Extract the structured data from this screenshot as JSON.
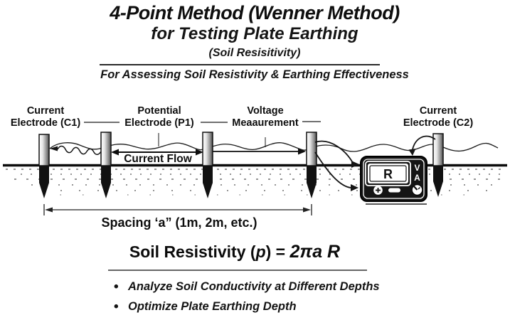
{
  "header": {
    "title": "4-Point Method (Wenner Method)",
    "subtitle": "for Testing Plate Earthing",
    "note": "(Soil Resisitivity)",
    "tagline": "For Assessing Soil Resistivity & Earthing Effectiveness"
  },
  "diagram": {
    "electrode_labels": [
      {
        "line1": "Current",
        "line2": "Electrode (C1)"
      },
      {
        "line1": "Potential",
        "line2": "Electrode (P1)"
      },
      {
        "line1": "Voltage",
        "line2": "Meaaurement"
      },
      {
        "line1": "Current",
        "line2": "Electrode (C2)"
      }
    ],
    "current_flow_label": "Current Flow",
    "spacing_label": "Spacing ‘a” (1m, 2m, etc.)",
    "meter": {
      "display": "R",
      "unit_v": "V",
      "unit_a": "A"
    }
  },
  "formula": {
    "prefix": "Soil Resistivity (",
    "symbol": "p",
    "mid": ") = ",
    "expression": "2πa R"
  },
  "bullets": [
    "Analyze Soil Conductivity at Different Depths",
    "Optimize Plate Earthing Depth"
  ],
  "colors": {
    "ink": "#111111",
    "background": "#ffffff",
    "rod_shade": "#4a4a4a"
  }
}
